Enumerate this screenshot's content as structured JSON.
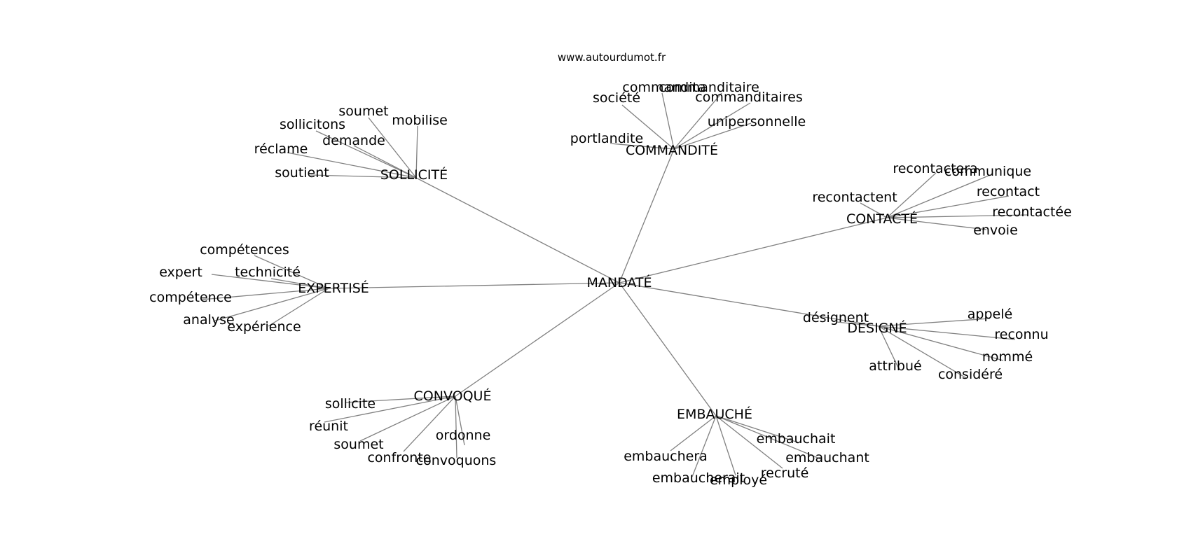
{
  "site": "www.autourdumot.fr",
  "colors": {
    "edge": "#808080",
    "text": "#000000",
    "background": "#ffffff"
  },
  "center": {
    "label": "MANDATÉ"
  },
  "clusters": [
    {
      "label": "COMMANDITÉ",
      "words": [
        "commanditaire",
        "commandita",
        "société",
        "commanditaires",
        "unipersonnelle",
        "portlandite"
      ]
    },
    {
      "label": "SOLLICITÉ",
      "words": [
        "soumet",
        "mobilise",
        "sollicitons",
        "demande",
        "réclame",
        "soutient"
      ]
    },
    {
      "label": "CONTACTÉ",
      "words": [
        "recontactera",
        "communique",
        "recontactent",
        "recontact",
        "recontactée",
        "envoie"
      ]
    },
    {
      "label": "EXPERTISÉ",
      "words": [
        "compétences",
        "expert",
        "technicité",
        "compétence",
        "analyse",
        "expérience"
      ]
    },
    {
      "label": "DÉSIGNÉ",
      "words": [
        "désignent",
        "appelé",
        "reconnu",
        "nommé",
        "attribué",
        "considéré"
      ]
    },
    {
      "label": "CONVOQUÉ",
      "words": [
        "sollicite",
        "réunit",
        "soumet",
        "ordonne",
        "confronte",
        "convoquons"
      ]
    },
    {
      "label": "EMBAUCHÉ",
      "words": [
        "embauchait",
        "embauchant",
        "embauchera",
        "embaucherait",
        "employé",
        "recruté"
      ]
    }
  ]
}
